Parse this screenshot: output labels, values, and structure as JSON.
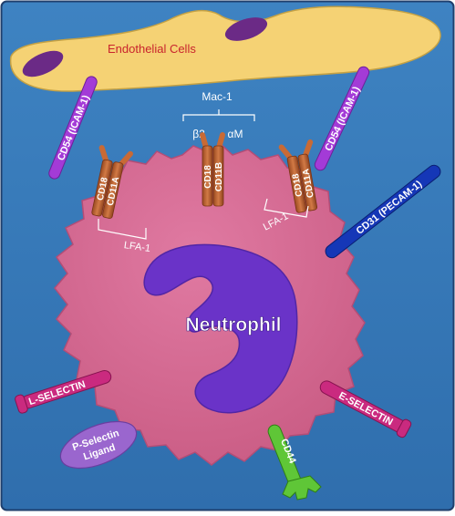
{
  "labels": {
    "endothelial": "Endothelial Cells",
    "icam_left": "CD54 (ICAM-1)",
    "icam_right": "CD54 (ICAM-1)",
    "mac1": "Mac-1",
    "beta2": "β2",
    "alpham": "αM",
    "cd18_left": "CD18",
    "cd11a_left": "CD11A",
    "lfa1_left": "LFA-1",
    "cd18_mid": "CD18",
    "cd11b_mid": "CD11B",
    "cd18_right": "CD18",
    "cd11a_right": "CD11A",
    "lfa1_right": "LFA-1",
    "pecam": "CD31 (PECAM-1)",
    "neutrophil": "Neutrophil",
    "lselectin": "L-SELECTIN",
    "pselectin_line1": "P-Selectin",
    "pselectin_line2": "Ligand",
    "eselectin": "E-SELECTIN",
    "cd44": "CD44"
  },
  "colors": {
    "background": "#3a7fbc",
    "frame": "#1f3f6d",
    "endothelial_cell": "#f6d57c",
    "endothelial_nucleus": "#6b2a86",
    "neutrophil_body": "#d7648e",
    "nucleus": "#6c34c9",
    "receptor": "#c86a35",
    "icam": "#a33bd7",
    "pecam": "#1537b7",
    "selectin": "#ca2a7f",
    "pselectin_ligand": "#9a66ce",
    "cd44": "#5fc637"
  }
}
